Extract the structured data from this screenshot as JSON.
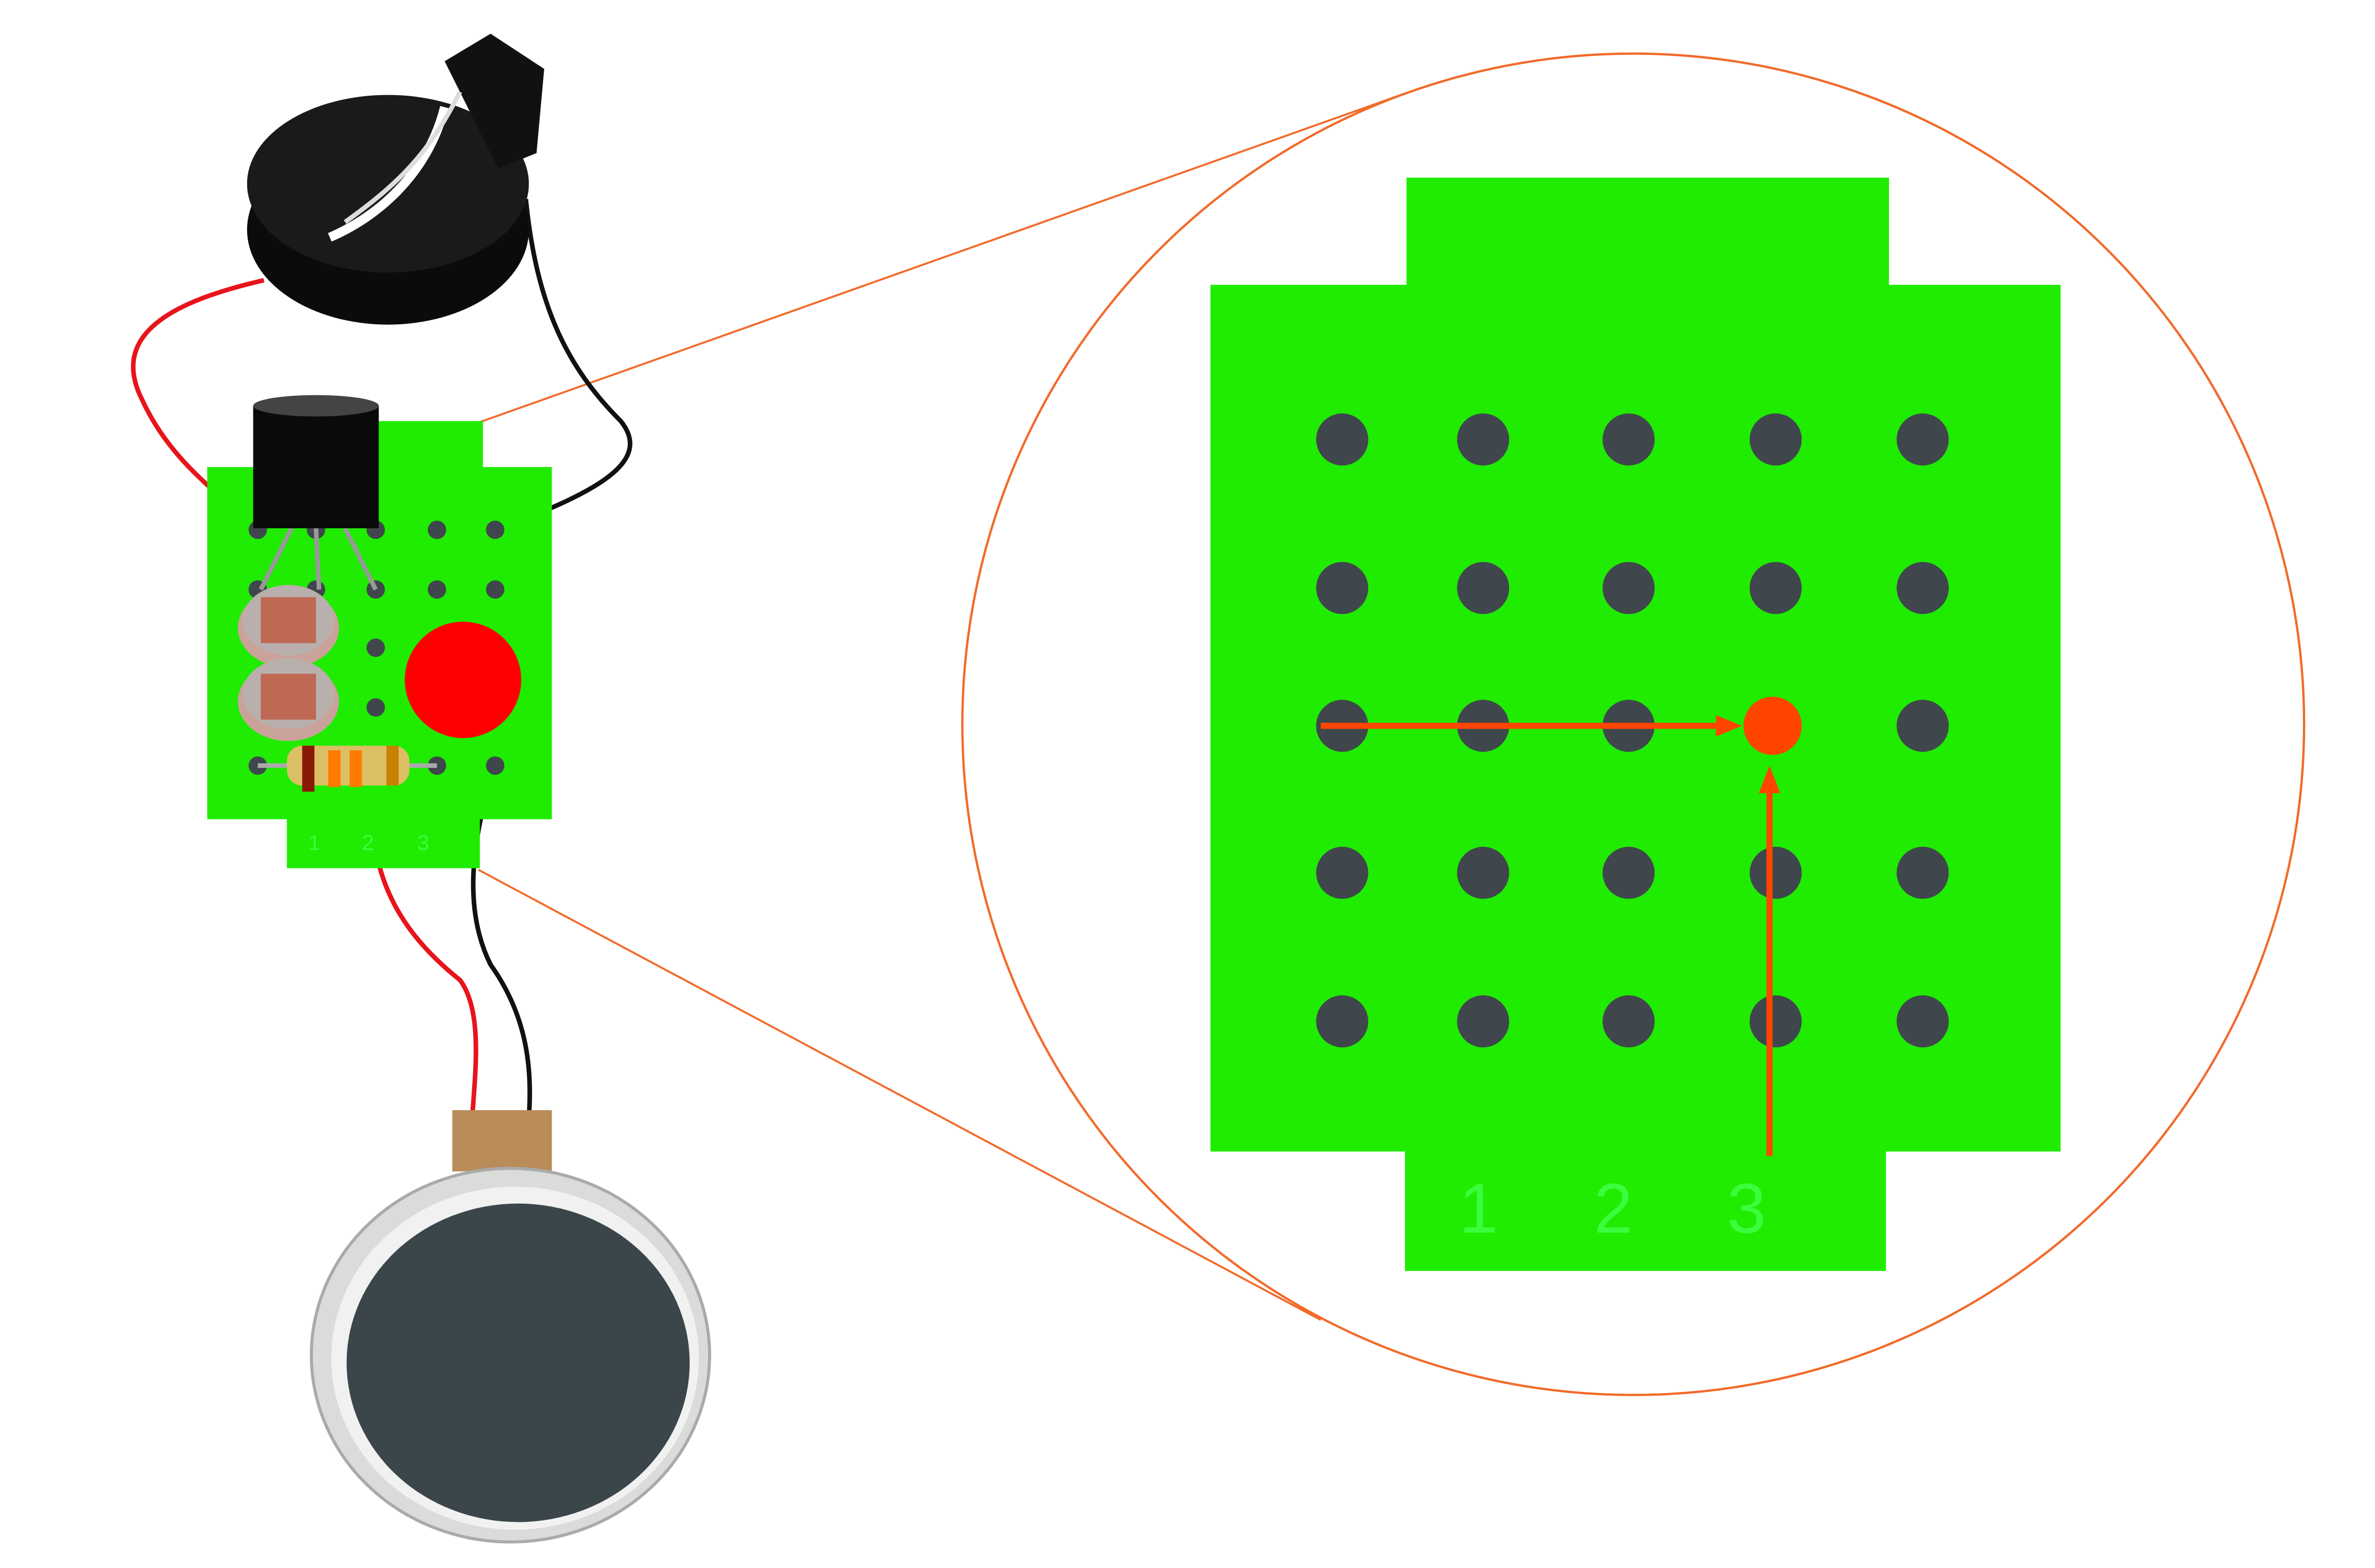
{
  "colors": {
    "board": "#1fec00",
    "board_label": "#3dfc3d",
    "hole": "#3f474c",
    "highlight": "#ff4500",
    "callout": "#f26a2a",
    "red_wire": "#e8141b",
    "black_wire": "#111111",
    "red_pad": "#ff0000",
    "motor_face": "#3a464a"
  },
  "small_board": {
    "column_labels": [
      "1",
      "2",
      "3"
    ]
  },
  "zoom_view": {
    "column_labels": [
      "1",
      "2",
      "3"
    ],
    "grid_rows": 5,
    "grid_cols": 5,
    "highlighted_hole": {
      "row": 3,
      "col": 4
    }
  },
  "components": [
    "battery-holder",
    "transistor",
    "photoresistor",
    "photoresistor",
    "resistor",
    "red-pad",
    "vibration-motor"
  ]
}
